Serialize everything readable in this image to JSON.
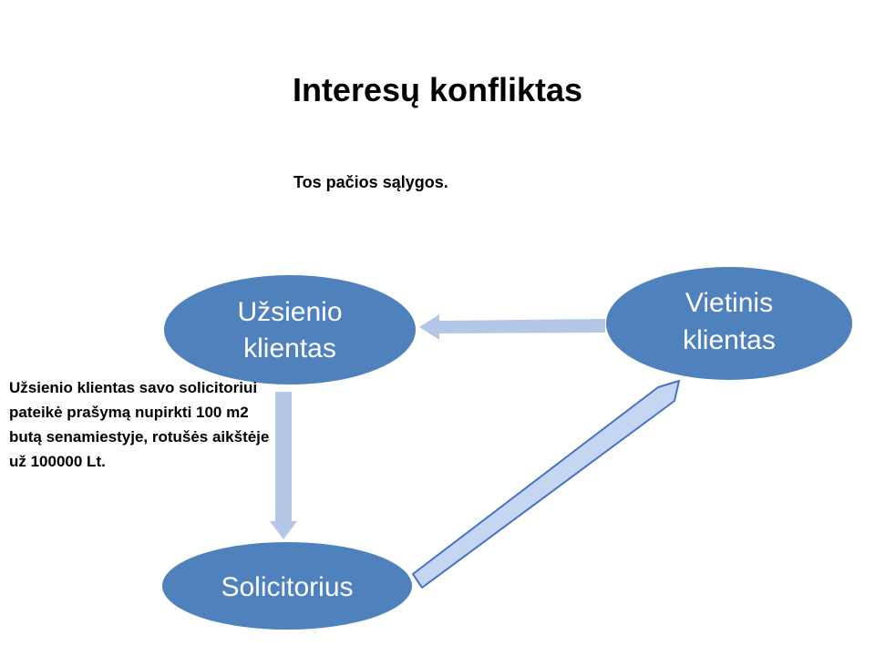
{
  "slide": {
    "title": "Interesų konfliktas",
    "subtitle": "Tos pačios sąlygos.",
    "note": "Užsienio klientas savo solicitoriui pateikė prašymą nupirkti 100 m2 butą senamiestyje, rotušės aikštėje už 100000 Lt."
  },
  "diagram": {
    "nodes": [
      {
        "id": "foreign_client",
        "lines": [
          "Užsienio",
          "klientas"
        ]
      },
      {
        "id": "local_client",
        "lines": [
          "Vietinis",
          "klientas"
        ]
      },
      {
        "id": "solicitor",
        "lines": [
          "Solicitorius"
        ]
      }
    ],
    "edges": [
      {
        "from": "local_client",
        "to": "foreign_client"
      },
      {
        "from": "foreign_client",
        "to": "solicitor"
      },
      {
        "from": "solicitor",
        "to": "local_client"
      }
    ],
    "colors": {
      "node_fill": "#4F81BD",
      "node_text": "#FFFFFF",
      "arrow_fill": "#B4C7E7",
      "arrow_outline": "#4472C4",
      "arrow_fill_light": "#C5D6F2"
    }
  }
}
